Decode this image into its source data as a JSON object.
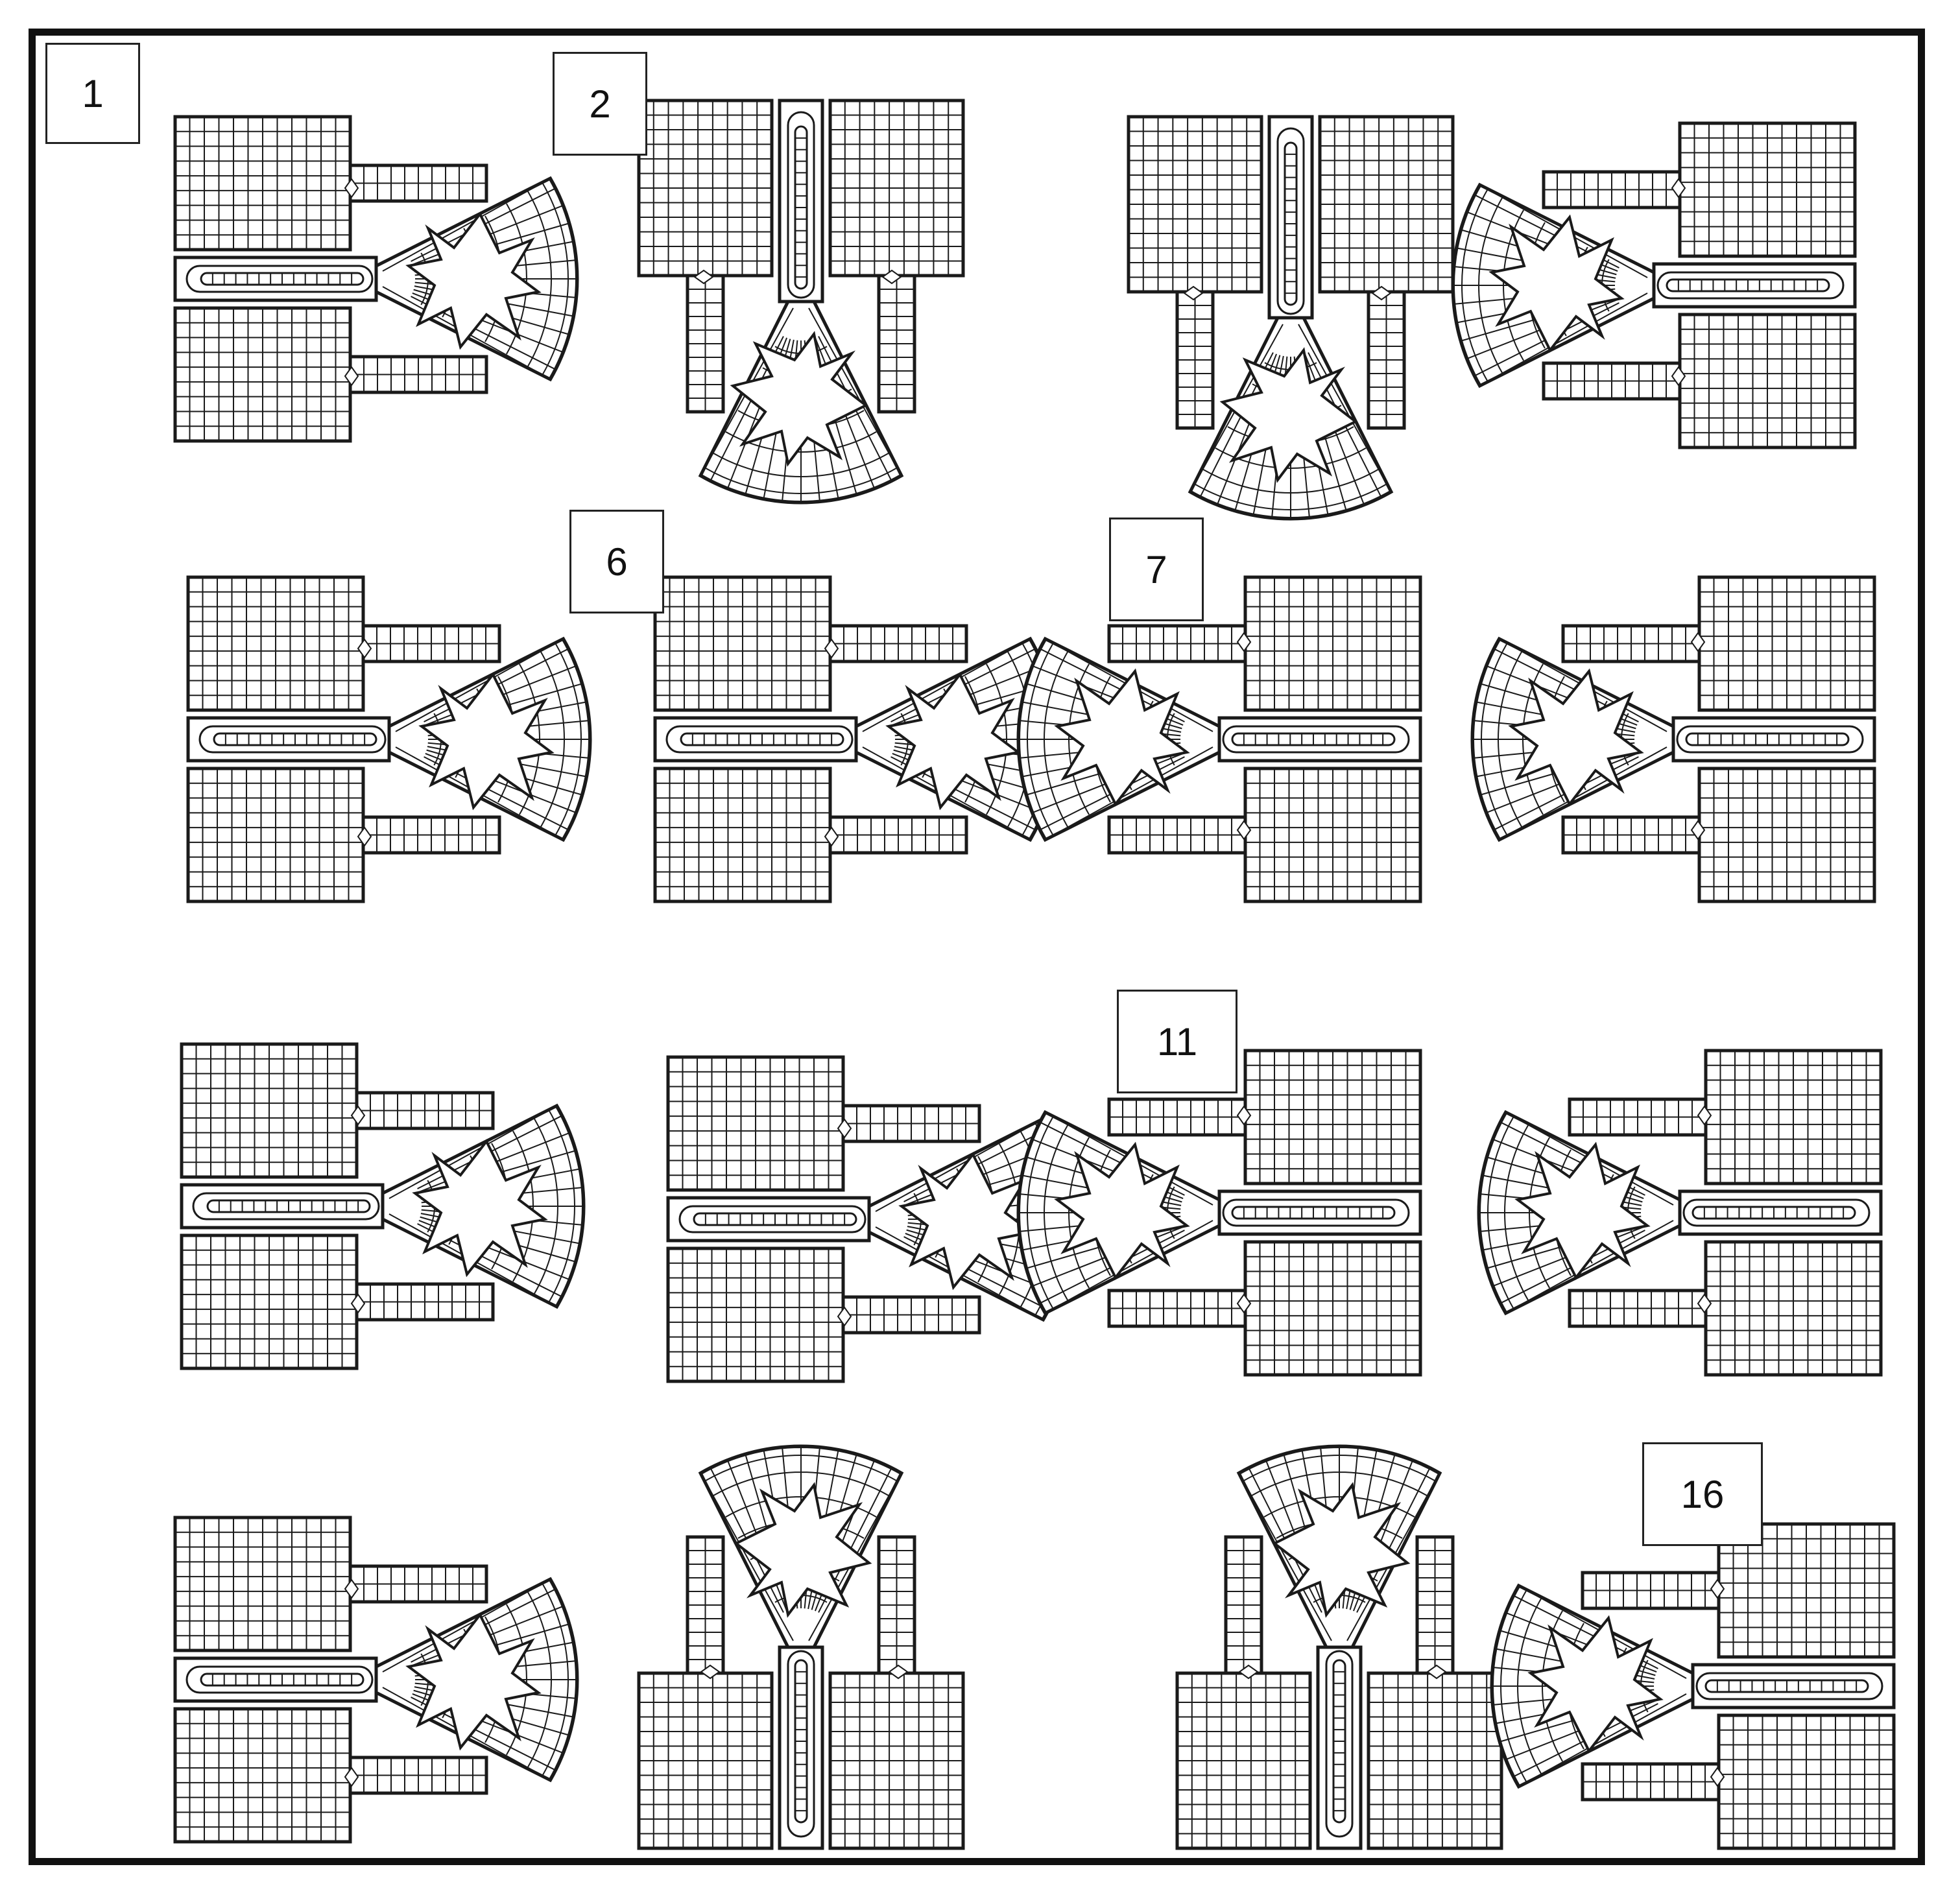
{
  "figure": {
    "panel_count": 16,
    "stroke_color": "#1a1a1a",
    "background": "#ffffff",
    "labels": [
      {
        "panel": 1,
        "text": "1"
      },
      {
        "panel": 2,
        "text": "2"
      },
      {
        "panel": 6,
        "text": "6"
      },
      {
        "panel": 7,
        "text": "7"
      },
      {
        "panel": 11,
        "text": "11"
      },
      {
        "panel": 16,
        "text": "16"
      }
    ],
    "panels": [
      {
        "id": 1,
        "orientation": "right"
      },
      {
        "id": 2,
        "orientation": "down"
      },
      {
        "id": 3,
        "orientation": "down"
      },
      {
        "id": 4,
        "orientation": "left"
      },
      {
        "id": 5,
        "orientation": "right"
      },
      {
        "id": 6,
        "orientation": "right"
      },
      {
        "id": 7,
        "orientation": "left"
      },
      {
        "id": 8,
        "orientation": "left"
      },
      {
        "id": 9,
        "orientation": "right"
      },
      {
        "id": 10,
        "orientation": "right"
      },
      {
        "id": 11,
        "orientation": "left"
      },
      {
        "id": 12,
        "orientation": "left"
      },
      {
        "id": 13,
        "orientation": "right"
      },
      {
        "id": 14,
        "orientation": "up"
      },
      {
        "id": 15,
        "orientation": "up"
      },
      {
        "id": 16,
        "orientation": "left"
      }
    ]
  }
}
